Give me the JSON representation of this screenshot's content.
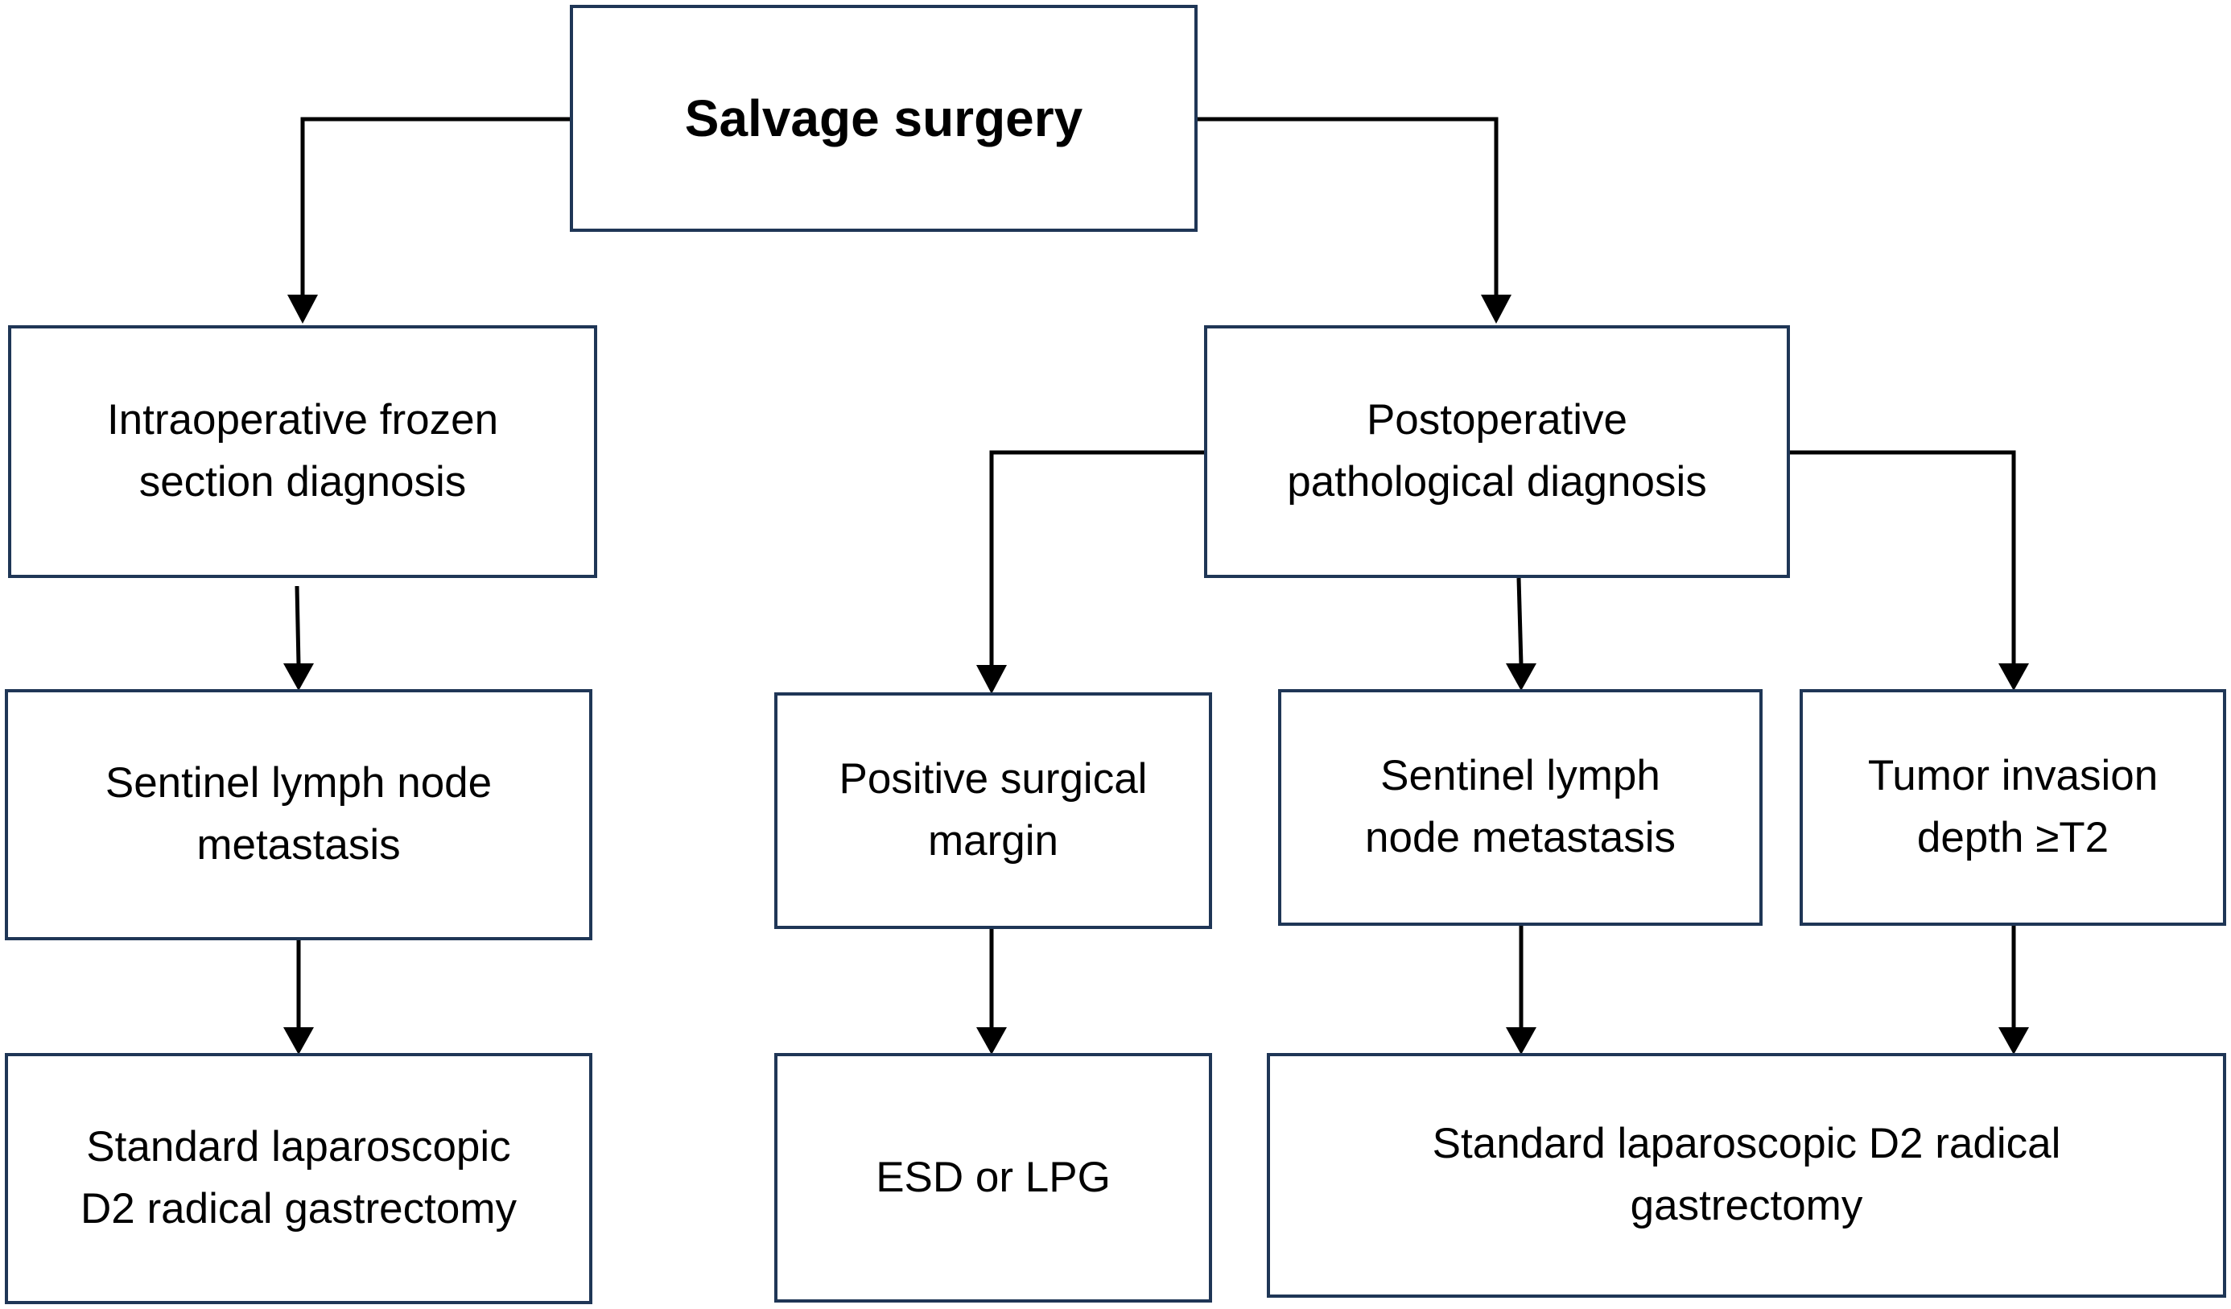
{
  "diagram": {
    "root": {
      "label": "Salvage surgery"
    },
    "left_branch": {
      "step1": {
        "label": "Intraoperative frozen\nsection diagnosis"
      },
      "step2": {
        "label": "Sentinel lymph node\nmetastasis"
      },
      "step3": {
        "label": "Standard laparoscopic\nD2 radical gastrectomy"
      }
    },
    "right_branch": {
      "step1": {
        "label": "Postoperative\npathological diagnosis"
      },
      "margin": {
        "label": "Positive surgical\nmargin"
      },
      "sentinel": {
        "label": "Sentinel lymph\nnode metastasis"
      },
      "tumor": {
        "label": "Tumor invasion\ndepth ≥T2"
      },
      "esd": {
        "label": "ESD or LPG"
      },
      "radical": {
        "label": "Standard laparoscopic D2 radical\ngastrectomy"
      }
    }
  },
  "colors": {
    "box_border": "#1f3656",
    "connector": "#000000",
    "text": "#000000",
    "background": "#ffffff"
  }
}
